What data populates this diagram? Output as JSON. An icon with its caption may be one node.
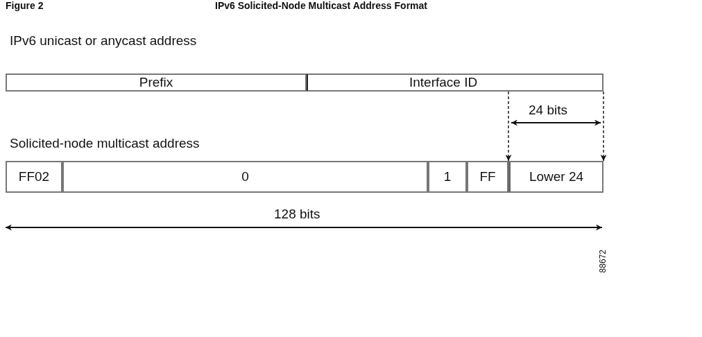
{
  "diagram": {
    "title": "IPv6 Solicited-Node Multicast Address Format",
    "nodes": [
      {
        "text": [
          "Prefix"
        ]
      },
      {
        "text": [
          "Interface ID"
        ]
      },
      {
        "text": [
          "FF02"
        ]
      },
      {
        "text": [
          "0"
        ]
      },
      {
        "text": [
          "1"
        ]
      },
      {
        "text": [
          "FF"
        ]
      },
      {
        "text": [
          "Lower 24"
        ]
      }
    ],
    "edges": [
      {
        "from": 1,
        "to": 6,
        "arrow": "to",
        "style": "dashed"
      },
      {
        "from": 1,
        "to": 6,
        "arrow": "to",
        "style": "dashed"
      }
    ],
    "labels": [
      "Figure 2",
      "IPv6 unicast or anycast address",
      "24 bits",
      "Solicited-node multicast address",
      "128 bits",
      "88672"
    ]
  }
}
